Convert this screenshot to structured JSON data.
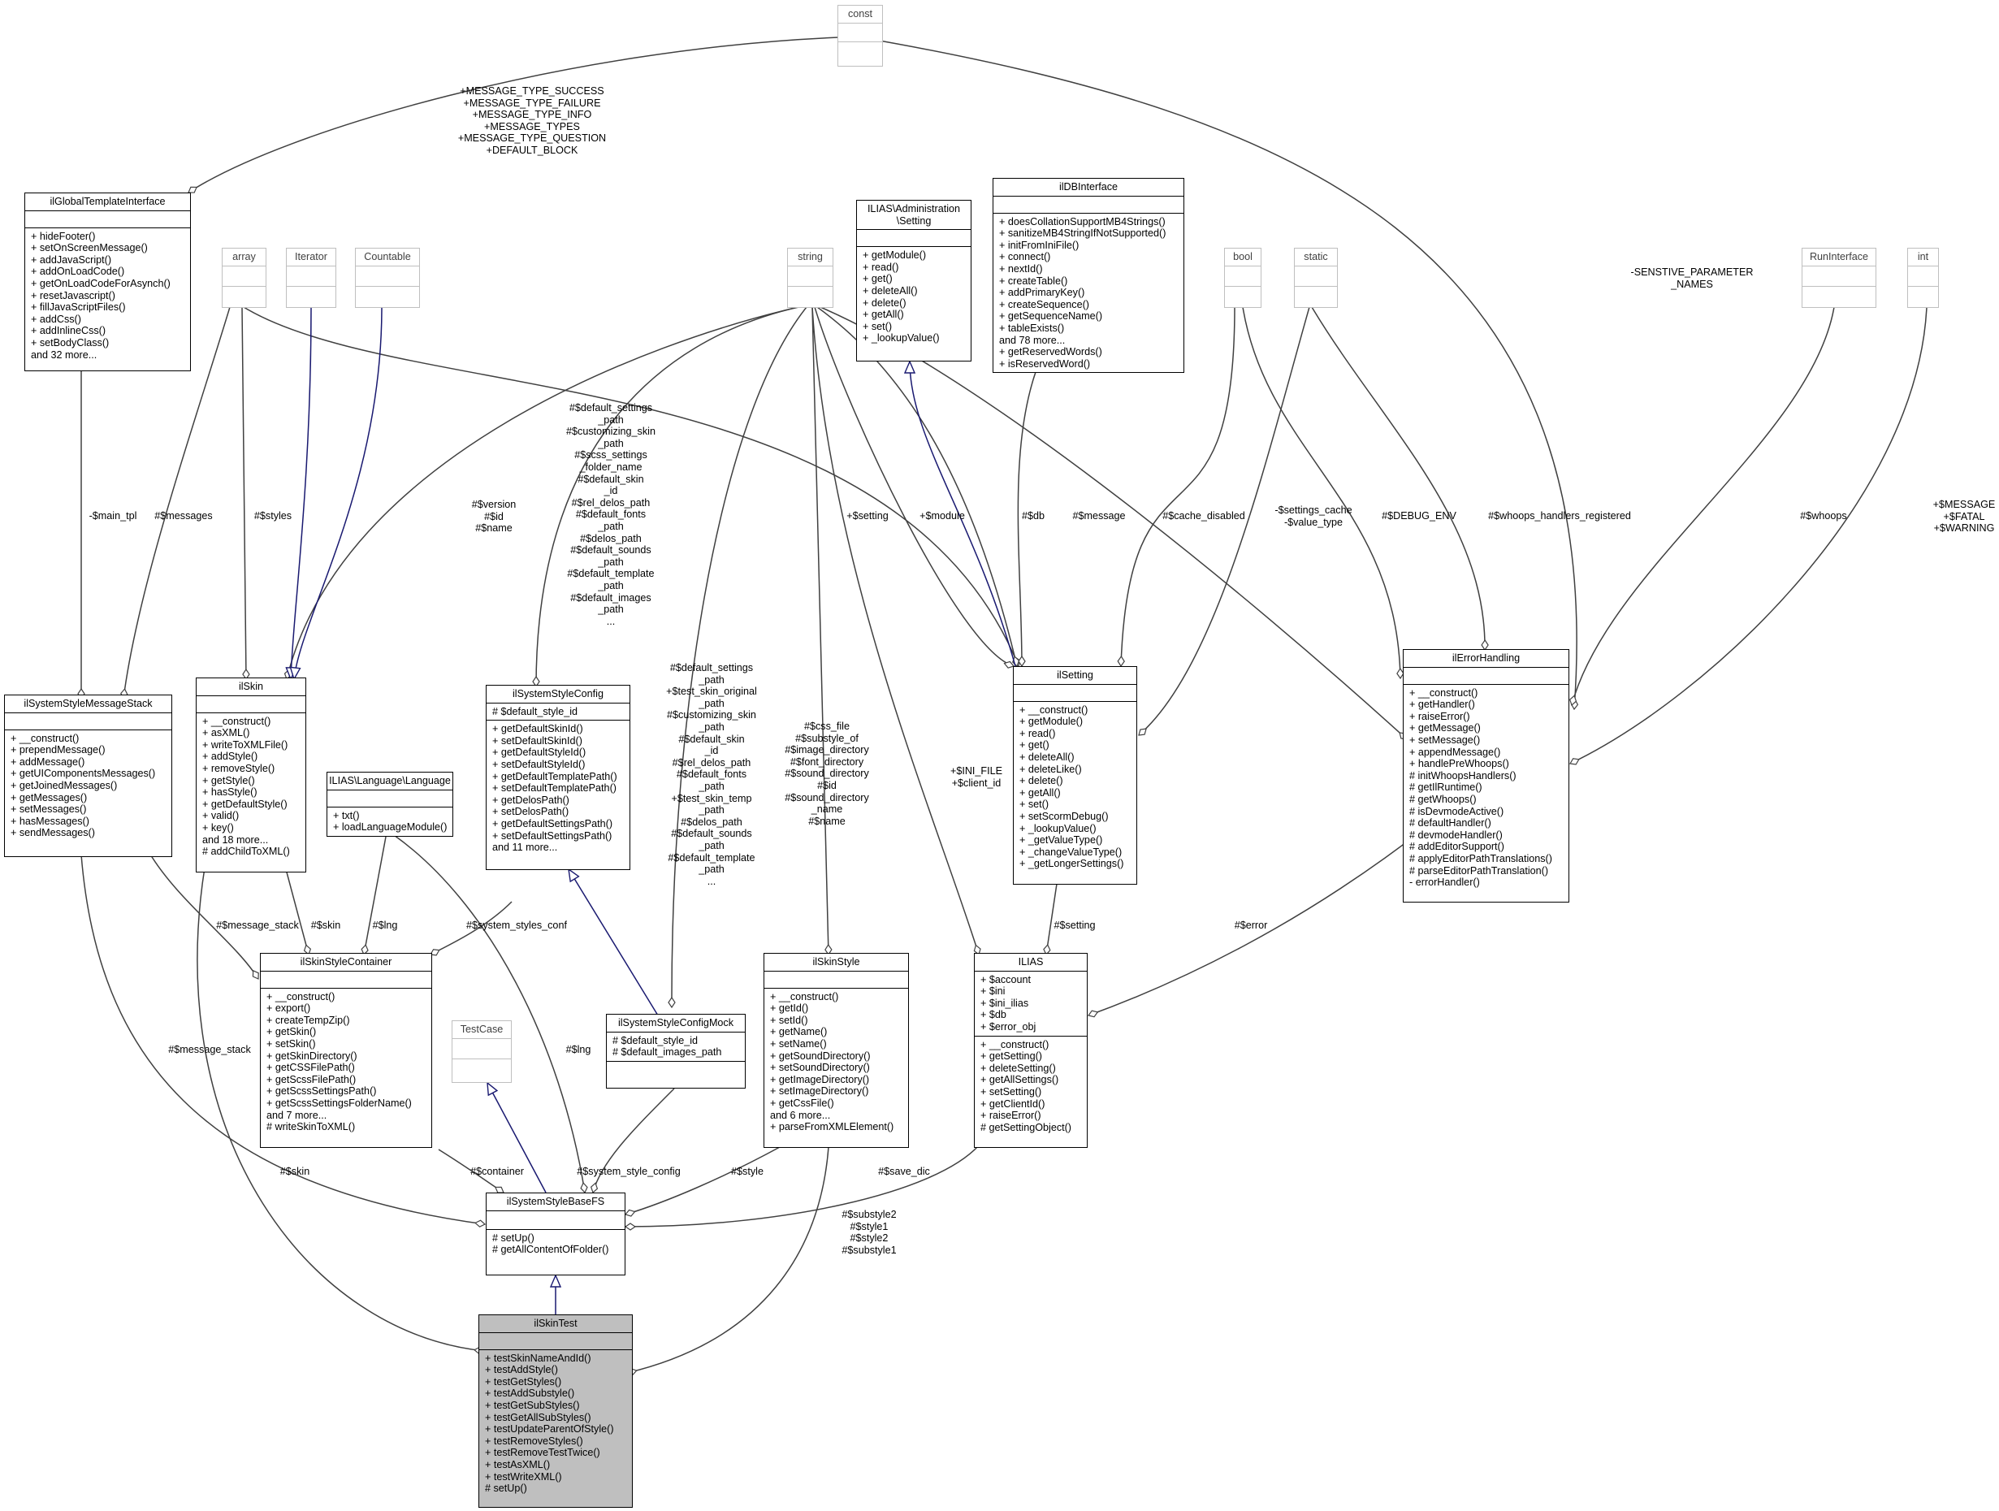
{
  "classes": {
    "const": {
      "title": "const",
      "attrs": [],
      "methods": []
    },
    "ilGlobalTemplateInterface": {
      "title": "ilGlobalTemplateInterface",
      "attrs": [],
      "methods": [
        "+ hideFooter()",
        "+ setOnScreenMessage()",
        "+ addJavaScript()",
        "+ addOnLoadCode()",
        "+ getOnLoadCodeForAsynch()",
        "+ resetJavascript()",
        "+ fillJavaScriptFiles()",
        "+ addCss()",
        "+ addInlineCss()",
        "+ setBodyClass()",
        "and 32 more..."
      ]
    },
    "array": {
      "title": "array",
      "attrs": [],
      "methods": []
    },
    "Iterator": {
      "title": "Iterator",
      "attrs": [],
      "methods": []
    },
    "Countable": {
      "title": "Countable",
      "attrs": [],
      "methods": []
    },
    "string": {
      "title": "string",
      "attrs": [],
      "methods": []
    },
    "ILIASAdminSetting": {
      "title": "ILIAS\\Administration\n\\Setting",
      "attrs": [],
      "methods": [
        "+ getModule()",
        "+ read()",
        "+ get()",
        "+ deleteAll()",
        "+ delete()",
        "+ getAll()",
        "+ set()",
        "+ _lookupValue()"
      ]
    },
    "ilDBInterface": {
      "title": "ilDBInterface",
      "attrs": [],
      "methods": [
        "+ doesCollationSupportMB4Strings()",
        "+ sanitizeMB4StringIfNotSupported()",
        "+ initFromIniFile()",
        "+ connect()",
        "+ nextId()",
        "+ createTable()",
        "+ addPrimaryKey()",
        "+ createSequence()",
        "+ getSequenceName()",
        "+ tableExists()",
        "and 78 more...",
        "+ getReservedWords()",
        "+ isReservedWord()"
      ]
    },
    "bool": {
      "title": "bool",
      "attrs": [],
      "methods": []
    },
    "static": {
      "title": "static",
      "attrs": [],
      "methods": []
    },
    "RunInterface": {
      "title": "RunInterface",
      "attrs": [],
      "methods": []
    },
    "int": {
      "title": "int",
      "attrs": [],
      "methods": []
    },
    "ilSystemStyleMessageStack": {
      "title": "ilSystemStyleMessageStack",
      "attrs": [],
      "methods": [
        "+ __construct()",
        "+ prependMessage()",
        "+ addMessage()",
        "+ getUIComponentsMessages()",
        "+ getJoinedMessages()",
        "+ getMessages()",
        "+ setMessages()",
        "+ hasMessages()",
        "+ sendMessages()"
      ]
    },
    "ilSkin": {
      "title": "ilSkin",
      "attrs": [],
      "methods": [
        "+ __construct()",
        "+ asXML()",
        "+ writeToXMLFile()",
        "+ addStyle()",
        "+ removeStyle()",
        "+ getStyle()",
        "+ hasStyle()",
        "+ getDefaultStyle()",
        "+ valid()",
        "+ key()",
        "and 18 more...",
        "# addChildToXML()"
      ]
    },
    "ILIASLanguage": {
      "title": "ILIAS\\Language\\Language",
      "attrs": [],
      "methods": [
        "+ txt()",
        "+ loadLanguageModule()"
      ]
    },
    "ilSystemStyleConfig": {
      "title": "ilSystemStyleConfig",
      "attrs": [
        "# $default_style_id"
      ],
      "methods": [
        "+ getDefaultSkinId()",
        "+ setDefaultSkinId()",
        "+ getDefaultStyleId()",
        "+ setDefaultStyleId()",
        "+ getDefaultTemplatePath()",
        "+ setDefaultTemplatePath()",
        "+ getDelosPath()",
        "+ setDelosPath()",
        "+ getDefaultSettingsPath()",
        "+ setDefaultSettingsPath()",
        "and 11 more..."
      ]
    },
    "ilSetting": {
      "title": "ilSetting",
      "attrs": [],
      "methods": [
        "+ __construct()",
        "+ getModule()",
        "+ read()",
        "+ get()",
        "+ deleteAll()",
        "+ deleteLike()",
        "+ delete()",
        "+ getAll()",
        "+ set()",
        "+ setScormDebug()",
        "+ _lookupValue()",
        "+ _getValueType()",
        "+ _changeValueType()",
        "+ _getLongerSettings()"
      ]
    },
    "ilErrorHandling": {
      "title": "ilErrorHandling",
      "attrs": [],
      "methods": [
        "+ __construct()",
        "+ getHandler()",
        "+ raiseError()",
        "+ getMessage()",
        "+ setMessage()",
        "+ appendMessage()",
        "+ handlePreWhoops()",
        "# initWhoopsHandlers()",
        "# getIlRuntime()",
        "# getWhoops()",
        "# isDevmodeActive()",
        "# defaultHandler()",
        "# devmodeHandler()",
        "# addEditorSupport()",
        "# applyEditorPathTranslations()",
        "# parseEditorPathTranslation()",
        "- errorHandler()"
      ]
    },
    "ilSkinStyleContainer": {
      "title": "ilSkinStyleContainer",
      "attrs": [],
      "methods": [
        "+ __construct()",
        "+ export()",
        "+ createTempZip()",
        "+ getSkin()",
        "+ setSkin()",
        "+ getSkinDirectory()",
        "+ getCSSFilePath()",
        "+ getScssFilePath()",
        "+ getScssSettingsPath()",
        "+ getScssSettingsFolderName()",
        "and 7 more...",
        "# writeSkinToXML()"
      ]
    },
    "TestCase": {
      "title": "TestCase",
      "attrs": [],
      "methods": []
    },
    "ilSystemStyleConfigMock": {
      "title": "ilSystemStyleConfigMock",
      "attrs": [
        "# $default_style_id",
        "# $default_images_path"
      ],
      "methods": []
    },
    "ilSkinStyle": {
      "title": "ilSkinStyle",
      "attrs": [],
      "methods": [
        "+ __construct()",
        "+ getId()",
        "+ setId()",
        "+ getName()",
        "+ setName()",
        "+ getSoundDirectory()",
        "+ setSoundDirectory()",
        "+ getImageDirectory()",
        "+ setImageDirectory()",
        "+ getCssFile()",
        "and 6 more...",
        "+ parseFromXMLElement()"
      ]
    },
    "ILIAS": {
      "title": "ILIAS",
      "attrs": [
        "+ $account",
        "+ $ini",
        "+ $ini_ilias",
        "+ $db",
        "+ $error_obj"
      ],
      "methods": [
        "+ __construct()",
        "+ getSetting()",
        "+ deleteSetting()",
        "+ getAllSettings()",
        "+ setSetting()",
        "+ getClientId()",
        "+ raiseError()",
        "# getSettingObject()"
      ]
    },
    "ilSystemStyleBaseFS": {
      "title": "ilSystemStyleBaseFS",
      "attrs": [],
      "methods": [
        "# setUp()",
        "# getAllContentOfFolder()"
      ]
    },
    "ilSkinTest": {
      "title": "ilSkinTest",
      "attrs": [],
      "methods": [
        "+ testSkinNameAndId()",
        "+ testAddStyle()",
        "+ testGetStyles()",
        "+ testAddSubstyle()",
        "+ testGetSubStyles()",
        "+ testGetAllSubStyles()",
        "+ testUpdateParentOfStyle()",
        "+ testRemoveStyles()",
        "+ testRemoveTestTwice()",
        "+ testAsXML()",
        "+ testWriteXML()",
        "# setUp()"
      ]
    }
  },
  "labels": {
    "message_types": "+MESSAGE_TYPE_SUCCESS\n+MESSAGE_TYPE_FAILURE\n+MESSAGE_TYPE_INFO\n+MESSAGE_TYPES\n+MESSAGE_TYPE_QUESTION\n+DEFAULT_BLOCK",
    "sensitive": "-SENSTIVE_PARAMETER\n_NAMES",
    "main_tpl": "-$main_tpl",
    "messages": "#$messages",
    "styles": "#$styles",
    "version": "#$version\n#$id\n#$name",
    "config_paths": "#$default_settings\n_path\n#$customizing_skin\n_path\n#$scss_settings\n_folder_name\n#$default_skin\n_id\n#$rel_delos_path\n#$default_fonts\n_path\n#$delos_path\n#$default_sounds\n_path\n#$default_template\n_path\n#$default_images\n_path\n...",
    "mock_paths": "#$default_settings\n_path\n+$test_skin_original\n_path\n#$customizing_skin\n_path\n#$default_skin\n_id\n#$rel_delos_path\n#$default_fonts\n_path\n+$test_skin_temp\n_path\n#$delos_path\n#$default_sounds\n_path\n#$default_template\n_path\n...",
    "css_file": "#$css_file\n#$substyle_of\n#$image_directory\n#$font_directory\n#$sound_directory\n#$id\n#$sound_directory\n_name\n#$name",
    "setting_plus": "+$setting",
    "module": "+$module",
    "db": "#$db",
    "message": "#$message",
    "cache_disabled": "#$cache_disabled",
    "settings_cache": "-$settings_cache\n-$value_type",
    "debug_env": "#$DEBUG_ENV",
    "whoops_registered": "#$whoops_handlers_registered",
    "whoops": "#$whoops",
    "fatal": "+$MESSAGE\n+$FATAL\n+$WARNING",
    "ini_file": "+$INI_FILE\n+$client_id",
    "message_stack_1": "#$message_stack",
    "skin_1": "#$skin",
    "lng_1": "#$lng",
    "system_styles_conf": "#$system_styles_conf",
    "setting_hash": "#$setting",
    "error": "#$error",
    "message_stack_2": "#$message_stack",
    "lng_2": "#$lng",
    "skin_2": "#$skin",
    "container": "#$container",
    "system_style_config": "#$system_style_config",
    "style": "#$style",
    "save_dic": "#$save_dic",
    "substyles": "#$substyle2\n#$style1\n#$style2\n#$substyle1"
  }
}
